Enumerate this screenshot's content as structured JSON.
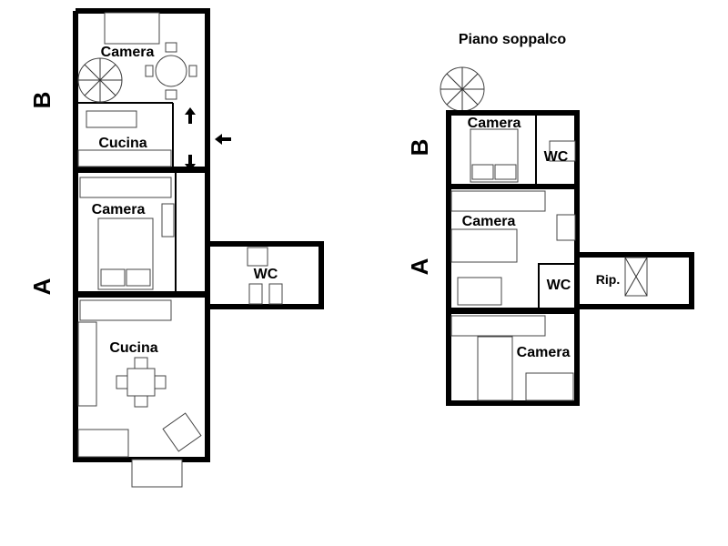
{
  "title": "Piano soppalco",
  "ground_floor": {
    "sections": {
      "b": "B",
      "a": "A"
    },
    "rooms": {
      "camera_b": "Camera",
      "cucina_b": "Cucina",
      "camera_a": "Camera",
      "wc_a": "WC",
      "cucina_a": "Cucina"
    }
  },
  "mezzanine": {
    "sections": {
      "b": "B",
      "a": "A"
    },
    "rooms": {
      "camera_b": "Camera",
      "wc_b": "WC",
      "camera_a": "Camera",
      "wc_a": "WC",
      "ripostiglio": "Rip.",
      "camera_a2": "Camera"
    }
  }
}
